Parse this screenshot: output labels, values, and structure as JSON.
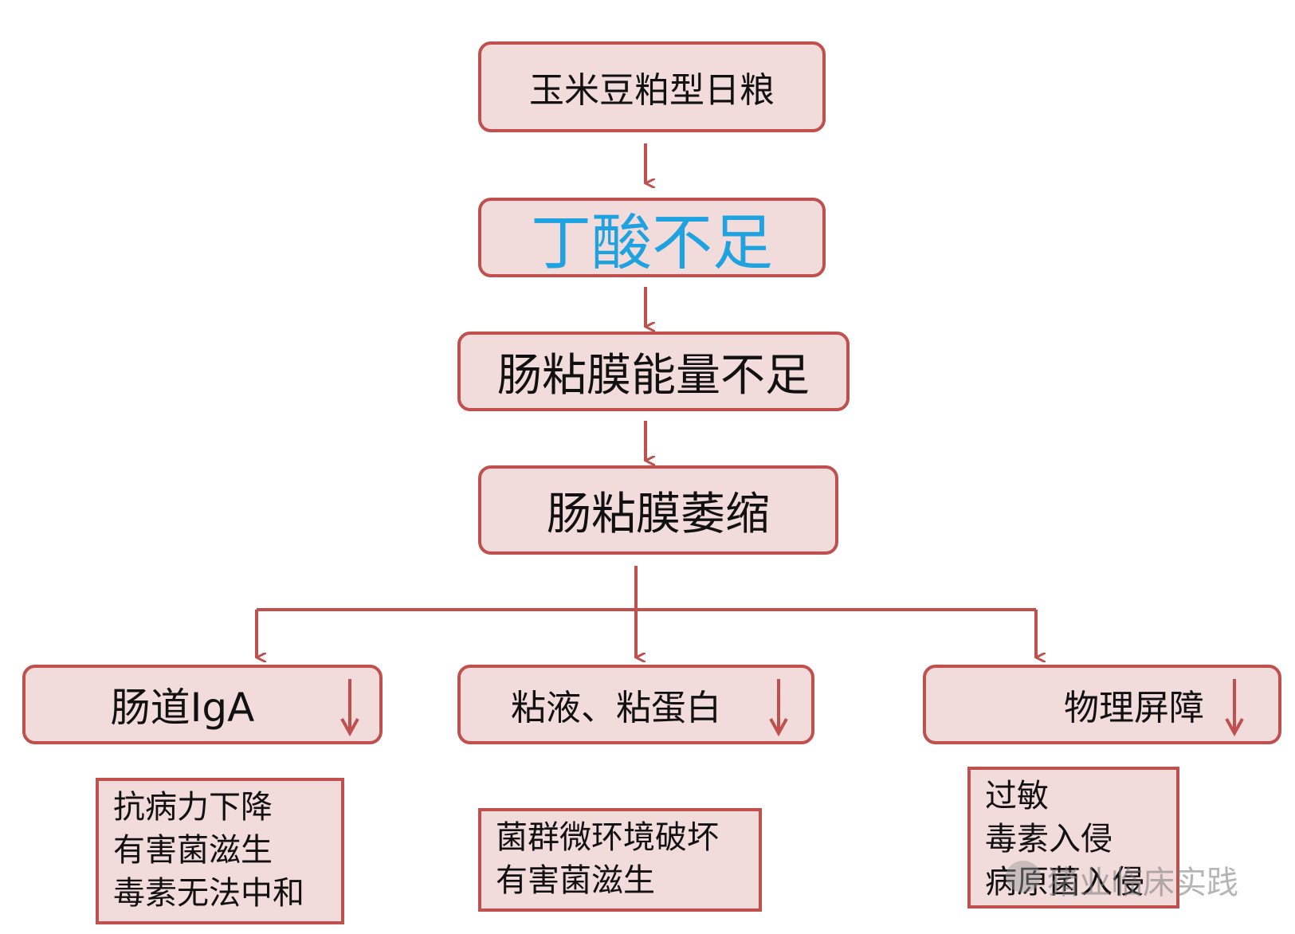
{
  "colors": {
    "box_fill": "#f2dcdb",
    "box_border": "#c0504d",
    "arrow": "#c0504d",
    "highlight_text": "#1fa3e0",
    "text": "#111111"
  },
  "flow": {
    "diet": "玉米豆粕型日粮",
    "butyrate": "丁酸不足",
    "energy": "肠粘膜能量不足",
    "atrophy": "肠粘膜萎缩"
  },
  "outcomes": [
    {
      "label": "肠道IgA",
      "indicator": "down-arrow-icon",
      "effects": [
        "抗病力下降",
        "有害菌滋生",
        "毒素无法中和"
      ]
    },
    {
      "label": "粘液、粘蛋白",
      "indicator": "down-arrow-icon",
      "effects": [
        "菌群微环境破坏",
        "有害菌滋生"
      ]
    },
    {
      "label": "物理屏障",
      "indicator": "down-arrow-icon",
      "effects": [
        "过敏",
        "毒素入侵",
        "病原菌入侵"
      ]
    }
  ],
  "watermark": "猪业临床实践"
}
